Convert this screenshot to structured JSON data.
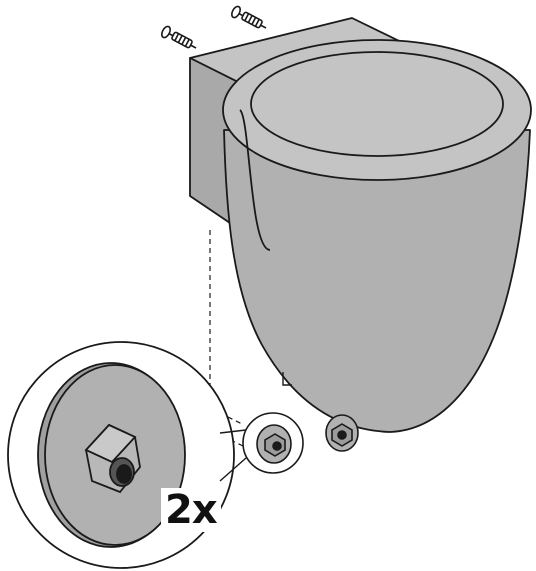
{
  "diagram": {
    "quantity_label": "2x",
    "colors": {
      "body_gray": "#b1b1b1",
      "rim_gray": "#c4c4c4",
      "shadow_gray": "#9b9b9b",
      "line": "#1a1a1a",
      "background": "#ffffff"
    },
    "parts": [
      "wall-screw",
      "wall-screw",
      "toilet-bowl",
      "mounting-nut-washer",
      "mounting-nut-washer"
    ]
  }
}
